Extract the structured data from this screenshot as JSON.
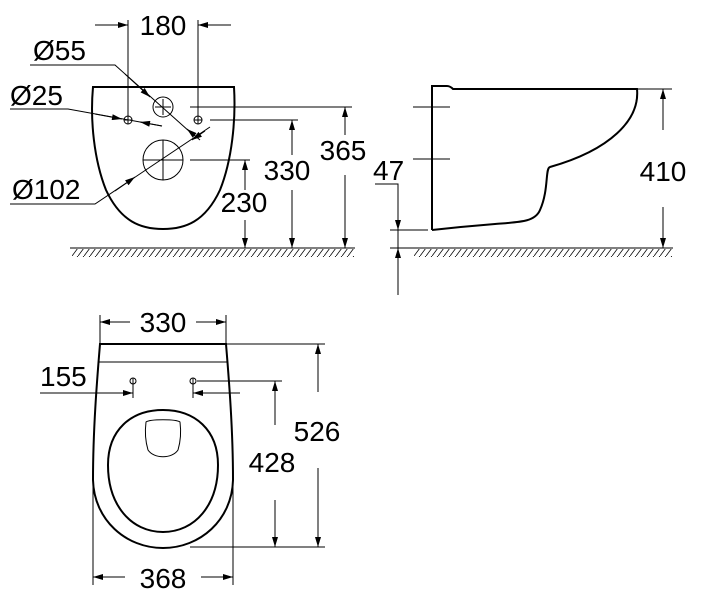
{
  "drawing": {
    "front_view": {
      "dim_hole_spacing": "180",
      "dia_flush_inlet": "Ø55",
      "dia_fixing_holes": "Ø25",
      "dia_outlet": "Ø102",
      "height_outlet": "230",
      "height_fixing": "330",
      "height_inlet": "365"
    },
    "side_view": {
      "height_bottom": "47",
      "height_total": "410"
    },
    "top_view": {
      "width_top": "330",
      "fixing_offset": "155",
      "length_fixing": "428",
      "length_total": "526",
      "width_max": "368"
    }
  }
}
